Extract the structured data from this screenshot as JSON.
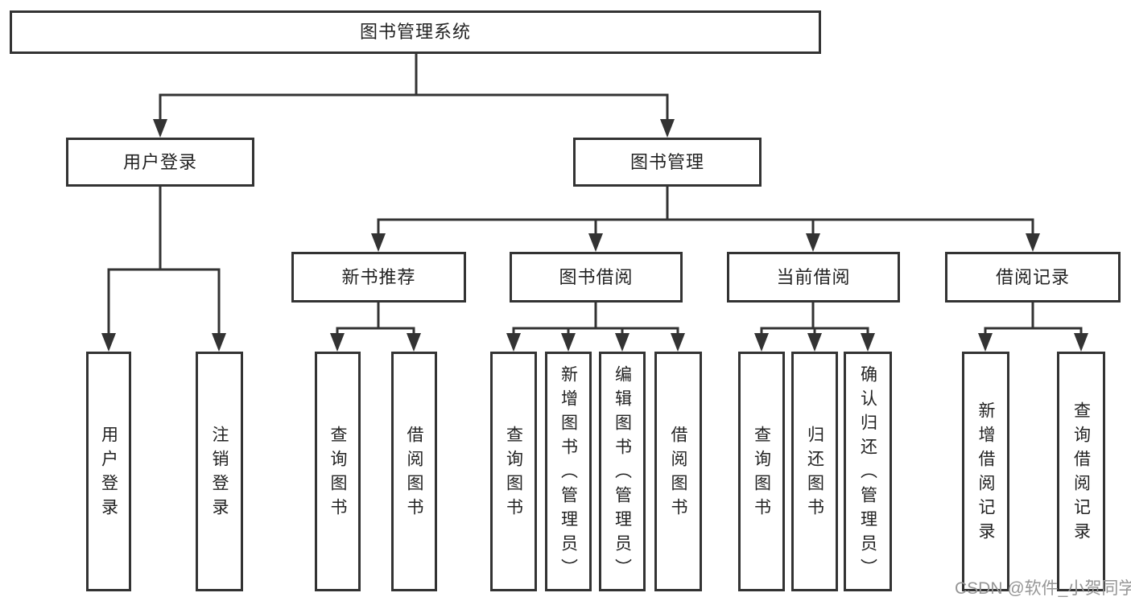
{
  "colors": {
    "line": "#333333",
    "text": "#222222",
    "bg": "#ffffff",
    "watermark": "#969696"
  },
  "watermark": {
    "text": "CSDN @软件_小贺同学"
  },
  "tree": {
    "label": "图书管理系统",
    "children": [
      {
        "label": "用户登录",
        "children": [
          {
            "label": "用户登录"
          },
          {
            "label": "注销登录"
          }
        ]
      },
      {
        "label": "图书管理",
        "children": [
          {
            "label": "新书推荐",
            "children": [
              {
                "label": "查询图书"
              },
              {
                "label": "借阅图书"
              }
            ]
          },
          {
            "label": "图书借阅",
            "children": [
              {
                "label": "查询图书"
              },
              {
                "label": "新增图书（管理员）"
              },
              {
                "label": "编辑图书（管理员）"
              },
              {
                "label": "借阅图书"
              }
            ]
          },
          {
            "label": "当前借阅",
            "children": [
              {
                "label": "查询图书"
              },
              {
                "label": "归还图书"
              },
              {
                "label": "确认归还（管理员）"
              }
            ]
          },
          {
            "label": "借阅记录",
            "children": [
              {
                "label": "新增借阅记录"
              },
              {
                "label": "查询借阅记录"
              }
            ]
          }
        ]
      }
    ]
  }
}
